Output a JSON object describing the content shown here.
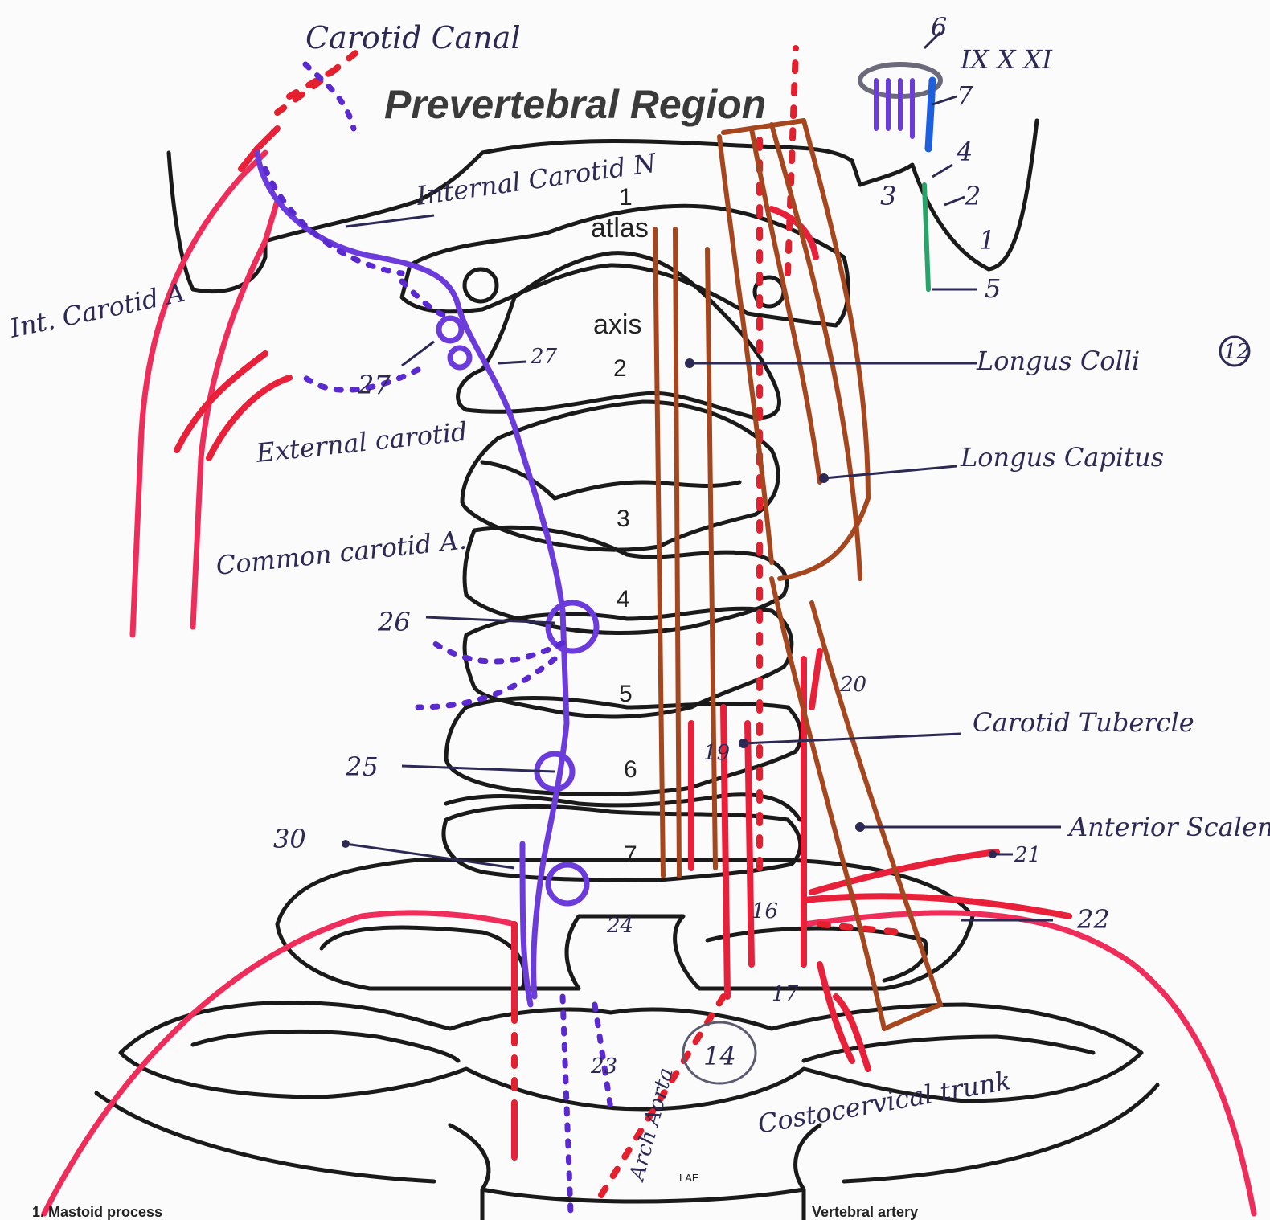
{
  "title": "Prevertebral Region",
  "vertebrae": {
    "atlas_number": "1",
    "atlas": "atlas",
    "axis": "axis",
    "c2": "2",
    "c3": "3",
    "c4": "4",
    "c5": "5",
    "c6": "6",
    "c7": "7"
  },
  "handwritten": {
    "carotid_canal": "Carotid Canal",
    "internal_carotid_n": "Internal Carotid N",
    "int_carotid_a": "Int. Carotid A",
    "external_carotid": "External carotid",
    "common_carotid_a": "Common carotid A.",
    "longus_colli": "Longus Colli",
    "longus_colli_num": "12",
    "longus_capitus": "Longus Capitus",
    "carotid_tubercle": "Carotid Tubercle",
    "anterior_scalene": "Anterior Scalene",
    "costocervical_trunk": "Costocervical trunk",
    "arch_aorta": "Arch Aorta",
    "nerves_roman": "IX X XI",
    "nums": {
      "n1": "1",
      "n2": "2",
      "n3": "3",
      "n4": "4",
      "n5": "5",
      "n6": "6",
      "n7": "7",
      "n14": "14",
      "n16": "16",
      "n17": "17",
      "n19": "19",
      "n20": "20",
      "n21": "21",
      "n22": "22",
      "n23": "23",
      "n24": "24",
      "n25": "25",
      "n26": "26",
      "n27a": "27",
      "n27b": "27",
      "n30": "30"
    }
  },
  "legend": {
    "mastoid": "1. Mastoid process",
    "vertebral": "Vertebral artery"
  },
  "watermark": "LAE",
  "colors": {
    "artery_red": "#e8203a",
    "artery_pink": "#ef2d5a",
    "sympathetic_purple": "#6b3bdc",
    "muscle_brown": "#a6461e",
    "nerve_blue": "#1e5fe0",
    "green": "#2aa36a"
  }
}
